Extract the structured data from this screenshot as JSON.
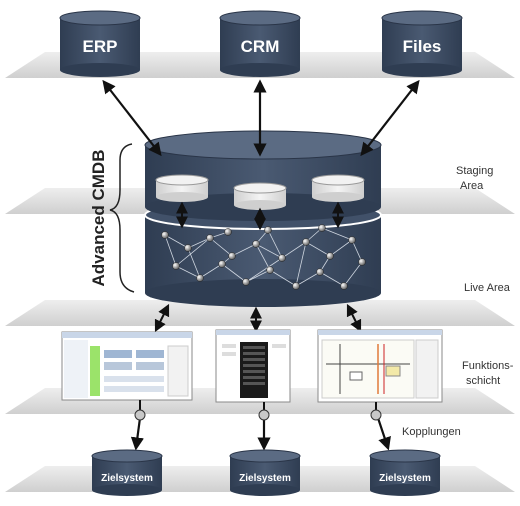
{
  "top_systems": [
    "ERP",
    "CRM",
    "Files"
  ],
  "cmdb_label": "Advanced CMDB",
  "layer_labels": {
    "staging_line1": "Staging",
    "staging_line2": "Area",
    "live": "Live Area",
    "function_line1": "Funktions-",
    "function_line2": "schicht",
    "coupling": "Kopplungen"
  },
  "target_systems": [
    "Zielsystem",
    "Zielsystem",
    "Zielsystem"
  ],
  "colors": {
    "cylinder_dark": "#3a4a60",
    "cylinder_top": "#536379",
    "plane": "#d6d6d6",
    "small_cyl": "#e6e6e6"
  }
}
